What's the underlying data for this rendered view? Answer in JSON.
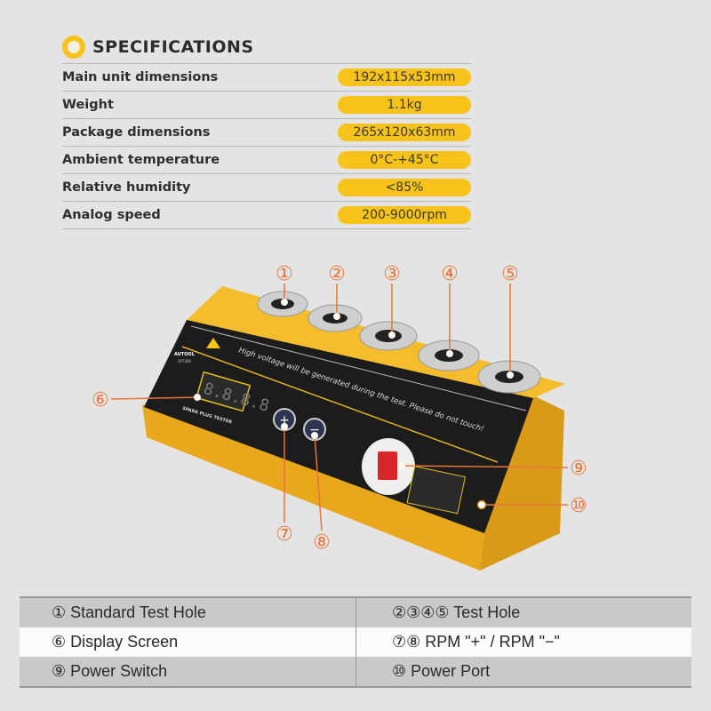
{
  "specs": {
    "title": "SPECIFICATIONS",
    "rows": [
      {
        "label": "Main unit dimensions",
        "value": "192x115x53mm"
      },
      {
        "label": "Weight",
        "value": "1.1kg"
      },
      {
        "label": "Package dimensions",
        "value": "265x120x63mm"
      },
      {
        "label": "Ambient temperature",
        "value": "0°C-+45°C"
      },
      {
        "label": "Relative humidity",
        "value": "<85%"
      },
      {
        "label": "Analog speed",
        "value": "200-9000rpm"
      }
    ]
  },
  "device": {
    "brand": "AUTOOL",
    "model": "SPT360",
    "warning": "High voltage will be generated during the test. Please do not touch!",
    "name": "SPARK PLUG TESTER",
    "display": "8.8.8.8",
    "callouts": [
      "①",
      "②",
      "③",
      "④",
      "⑤",
      "⑥",
      "⑦",
      "⑧",
      "⑨",
      "⑩"
    ]
  },
  "legend": [
    [
      "① Standard Test Hole",
      "②③④⑤ Test Hole"
    ],
    [
      "⑥ Display Screen",
      "⑦⑧ RPM \"+\" / RPM \"−\""
    ],
    [
      "⑨ Power Switch",
      "⑩ Power Port"
    ]
  ],
  "colors": {
    "accent": "#f7c21a",
    "callout": "#e8753a",
    "panel": "#1c1c1c",
    "body": "#f2b423"
  }
}
